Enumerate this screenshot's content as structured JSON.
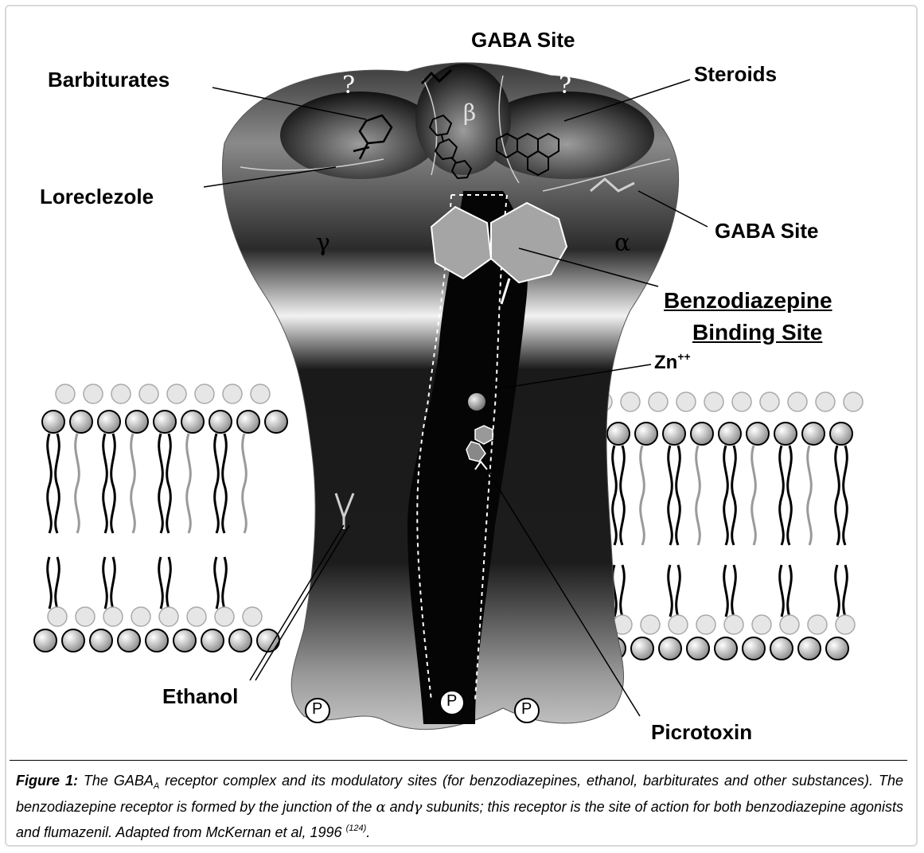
{
  "labels": {
    "gaba_site_top": "GABA Site",
    "barbiturates": "Barbiturates",
    "steroids": "Steroids",
    "loreclezole": "Loreclezole",
    "gaba_site_right": "GABA Site",
    "benzodiazepine_line1": "Benzodiazepine",
    "benzodiazepine_line2": "Binding Site",
    "zinc": "Zn",
    "zinc_charge": "++",
    "ethanol": "Ethanol",
    "picrotoxin": "Picrotoxin",
    "question_left": "?",
    "question_right": "?",
    "phosphate": "P"
  },
  "subunits": {
    "gamma": "γ",
    "beta": "β",
    "alpha": "α"
  },
  "caption": {
    "figure_label": "Figure 1:",
    "part1": " The GABA",
    "sub_a": "A",
    "part2": " receptor complex and its modulatory sites (for benzodiazepines, ethanol, barbiturates and other substances). The benzodiazepine receptor is formed by the junction of the ",
    "alpha": "α",
    "part3": "  and",
    "gamma": "γ",
    "part4": " subunits; this receptor is the site of action for both benzodiazepine agonists and flumazenil. Adapted from McKernan et al, 1996 ",
    "ref": "(124)",
    "part5": "."
  }
}
